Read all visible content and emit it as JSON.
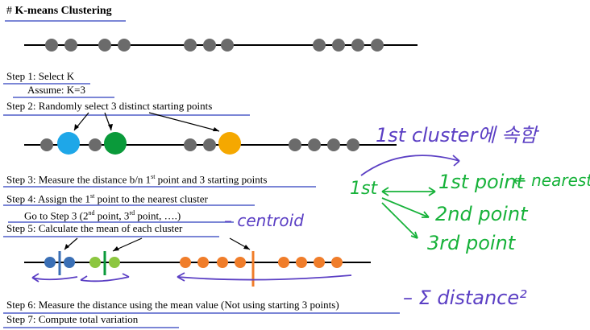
{
  "title": {
    "hash": "#",
    "text": "K-means Clustering"
  },
  "steps": {
    "s1": "Step 1: Select K",
    "s1b": "Assume: K=3",
    "s2": "Step 2: Randomly select 3 distinct starting points",
    "s3a": "Step 3: Measure the distance b/n 1",
    "s3sup": "st",
    "s3b": " point and 3 starting points",
    "s4a": "Step 4: Assign the 1",
    "s4sup": "st",
    "s4b": " point to the nearest cluster",
    "goto_a": "Go to Step 3 (2",
    "goto_sup1": "nd",
    "goto_b": "point, 3",
    "goto_sup2": "rd",
    "goto_c": "point, ….)",
    "s5": "Step 5: Calculate the mean of each cluster",
    "s6": "Step 6: Measure the distance using the mean value (Not using starting 3 points)",
    "s7": "Step 7: Compute total variation"
  },
  "handwriting": {
    "first_cluster": "1st cluster에 속함",
    "first": "1st",
    "first_point": "1st point",
    "nearest": "← nearest",
    "second_point": "2nd point",
    "third_point": "3rd point",
    "centroid": "– centroid",
    "sum_distance": "– Σ distance²"
  },
  "colors": {
    "underline": "#7b86d6",
    "handwriting": "#5b3fc4",
    "green_ink": "#17b23a",
    "point_gray": "#6b6b6b",
    "blue_cluster": "#1ea7e8",
    "green_cluster": "#0a9a3a",
    "orange_cluster": "#f5a800",
    "blue_point": "#3a6fb5",
    "green_point": "#8cc63f",
    "orange_point": "#f07d2a"
  }
}
